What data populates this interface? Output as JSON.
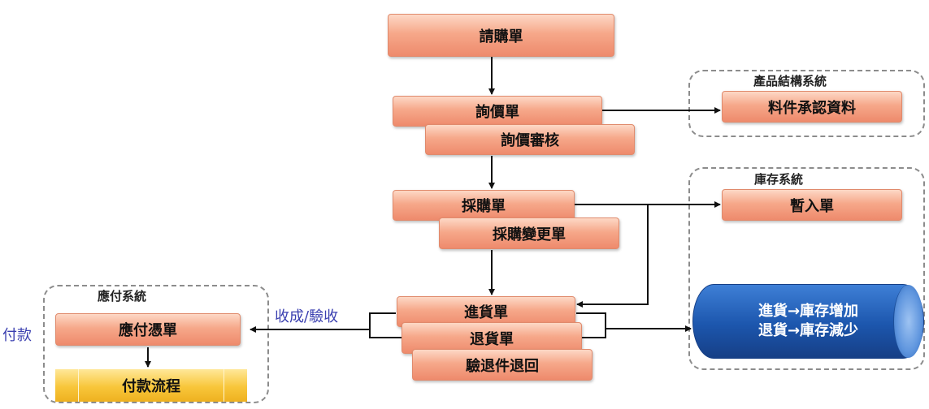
{
  "nodes": {
    "requisition": "請購單",
    "inquiry": "詢價單",
    "inquiry_review": "詢價審核",
    "material_approval": "料件承認資料",
    "purchase_order": "採購單",
    "po_change": "採購變更單",
    "temp_receipt": "暫入單",
    "goods_receipt": "進貨單",
    "goods_return": "退貨單",
    "inspection_return": "驗退件退回",
    "payable_voucher": "應付憑單",
    "payment_process": "付款流程"
  },
  "groups": {
    "bom_system": "產品結構系統",
    "inventory_system": "庫存系統",
    "payable_system": "應付系統"
  },
  "labels": {
    "receive_inspect": "收成/驗收",
    "payment": "付款"
  },
  "inventory_effect": {
    "line1": "進貨→庫存增加",
    "line2": "退貨→庫存減少"
  },
  "colors": {
    "node_fill": "#f6a88a",
    "connector": "#111111",
    "cylinder": "#1c56ad",
    "payment_bar": "#f8c63a",
    "accent_text": "#3a3fb0"
  }
}
